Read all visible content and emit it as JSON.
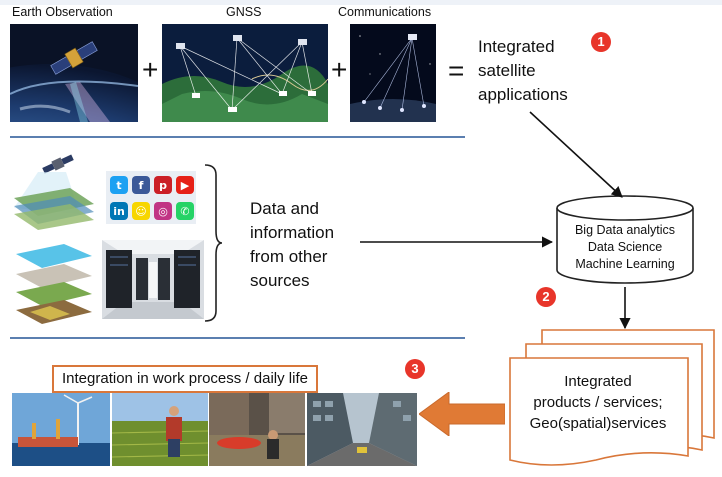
{
  "row1": {
    "labels": {
      "earth_observation": "Earth Observation",
      "gnss": "GNSS",
      "communications": "Communications"
    },
    "plus": "+",
    "equals": "=",
    "result": [
      "Integrated",
      "satellite",
      "applications"
    ],
    "badge": "1"
  },
  "row2": {
    "text": [
      "Data and",
      "information",
      "from other",
      "sources"
    ],
    "social_icons": [
      {
        "name": "twitter-icon",
        "color": "#1da1f2",
        "glyph": "t"
      },
      {
        "name": "facebook-icon",
        "color": "#3b5998",
        "glyph": "f"
      },
      {
        "name": "pinterest-icon",
        "color": "#cb2027",
        "glyph": "p"
      },
      {
        "name": "youtube-icon",
        "color": "#e62117",
        "glyph": "▶"
      },
      {
        "name": "linkedin-icon",
        "color": "#0077b5",
        "glyph": "in"
      },
      {
        "name": "snapchat-icon",
        "color": "#f7d600",
        "glyph": "☺"
      },
      {
        "name": "instagram-icon",
        "color": "#c13584",
        "glyph": "◎"
      },
      {
        "name": "whatsapp-icon",
        "color": "#25d366",
        "glyph": "✆"
      }
    ],
    "cylinder": [
      "Big Data analytics",
      "Data Science",
      "Machine Learning"
    ],
    "badge": "2"
  },
  "row3": {
    "integration": "Integration in work process / daily life",
    "badge": "3",
    "products": [
      "Integrated",
      "products / services;",
      "Geo(spatial)services"
    ]
  },
  "colors": {
    "separator": "#5b7fb0",
    "badge": "#e8352a",
    "arrow": "#e07a35",
    "box_border": "#d9773a"
  }
}
